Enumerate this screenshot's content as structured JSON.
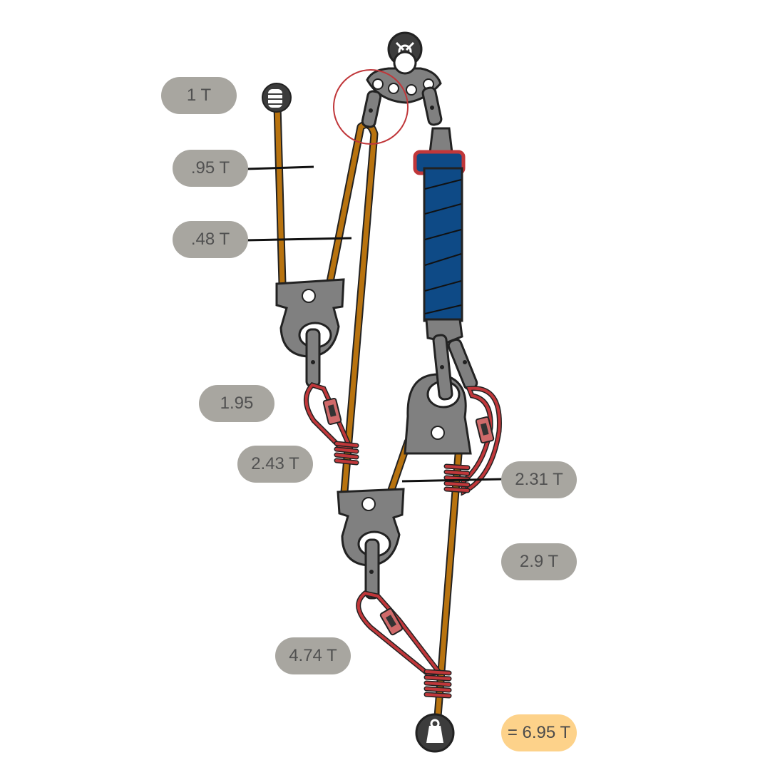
{
  "labels": {
    "pull_force": "1 T",
    "rope_pull_segment": ".95 T",
    "rope_return_segment": ".48 T",
    "upper_pulley_load": "1.95",
    "rope_third_segment": "2.43 T",
    "lower_right_pulley_load": "2.31 T",
    "sling_leg_load": "2.9 T",
    "lower_pulley_load": "4.74 T",
    "total_output": "= 6.95 T"
  },
  "colors": {
    "rope": "#b8730f",
    "hardware": "#808080",
    "hardware_outline": "#222222",
    "sling": "#0e4a86",
    "prusik": "#c0373a",
    "highlight_circle": "#c0373a",
    "label_background": "#a8a6a0",
    "label_text": "#515151",
    "result_background": "#fdd28a"
  },
  "icons": {
    "anchor": "anchor-icon",
    "hand": "hand-grip-icon",
    "load": "weight-icon"
  }
}
